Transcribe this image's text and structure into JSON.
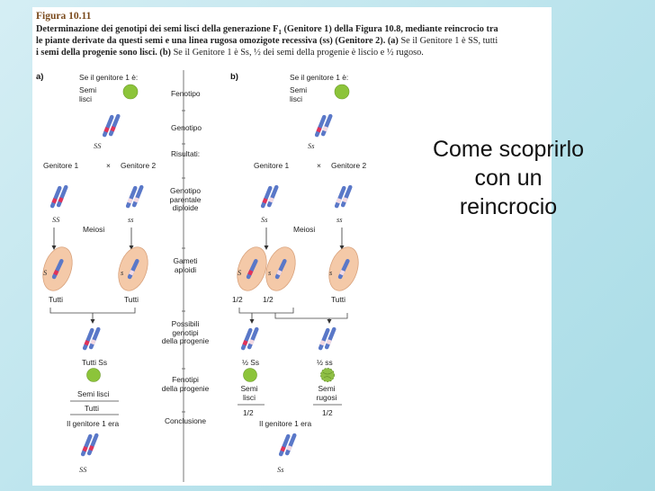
{
  "figure": {
    "title": "Figura 10.11",
    "caption_line1": "Determinazione dei genotipi dei semi lisci della generazione F",
    "caption_sub": "1",
    "caption_line1b": " (Genitore 1) della Figura 10.8, mediante reincrocio tra",
    "caption_line2": "le piante derivate da questi semi e una linea rugosa omozigote recessiva (ss) (Genitore 2).",
    "caption_line2a": "(a)",
    "caption_line2b": "Se il Genitore 1 è SS, tutti",
    "caption_line3": "i semi della progenie sono lisci.",
    "caption_line3a": "(b)",
    "caption_line3b": "Se il Genitore 1 è Ss, ½ dei semi della progenie è liscio e ½ rugoso.",
    "center_labels": {
      "fenotipo": "Fenotipo",
      "genotipo": "Genotipo",
      "risultati": "Risultati:",
      "genotipo_parentale": "Genotipo\nparentale\ndiploide",
      "gameti": "Gameti\naploidi",
      "possibili": "Possibili\ngenotipi\ndella progenie",
      "fenotipi": "Fenotipi\ndella progenie",
      "conclusione": "Conclusione"
    },
    "panel_a": {
      "letter": "a)",
      "if_parent": "Se il genitore 1 è:",
      "seed": "Semi\nlisci",
      "genotype": "SS",
      "parent1": "Genitore 1",
      "cross": "×",
      "parent2": "Genitore 2",
      "p1_geno": "SS",
      "p2_geno": "ss",
      "meiosis": "Meiosi",
      "gamete1": "S",
      "gamete2": "s",
      "all1": "Tutti",
      "all2": "Tutti",
      "progeny": "Tutti Ss",
      "phenotype": "Semi lisci",
      "phen_all": "Tutti",
      "was": "Il genitore 1 era",
      "was_geno": "SS"
    },
    "panel_b": {
      "letter": "b)",
      "if_parent": "Se il genitore 1 è:",
      "seed": "Semi\nlisci",
      "genotype": "Ss",
      "parent1": "Genitore 1",
      "cross": "×",
      "parent2": "Genitore 2",
      "p1_geno": "Ss",
      "p2_geno": "ss",
      "meiosis": "Meiosi",
      "gamete1": "S",
      "gamete2": "s",
      "gamete3": "s",
      "half1": "1/2",
      "half2": "1/2",
      "all2": "Tutti",
      "prog1": "½ Ss",
      "prog2": "½ ss",
      "phen1": "Semi\nlisci",
      "phen2": "Semi\nrugosi",
      "phen1_frac": "1/2",
      "phen2_frac": "1/2",
      "was": "Il genitore 1 era",
      "was_geno": "Ss"
    }
  },
  "slide": {
    "title_line1": "Come scoprirlo",
    "title_line2": "con un",
    "title_line3": "reincrocio"
  },
  "colors": {
    "background": "#b9e3ec",
    "chromosome": "#5a78c8",
    "allele_band": "#e0335a",
    "gamete": "#f4c9a8",
    "smooth_seed": "#8cc43a"
  }
}
